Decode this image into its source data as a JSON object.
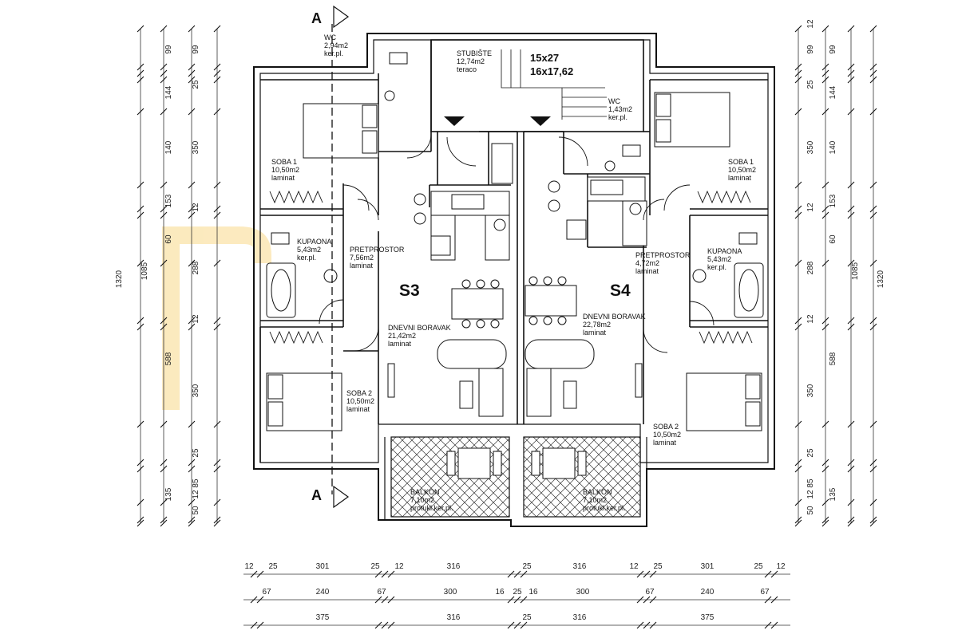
{
  "colors": {
    "line": "#111111",
    "watermark": "#fbe5a6",
    "hatch": "#333333"
  },
  "section_marker": "A",
  "stair": {
    "size_a": "15x27",
    "size_b": "16x17,62"
  },
  "rooms": [
    {
      "id": "wc_left",
      "label": "WC",
      "area": "2,94m2",
      "finish": "ker.pl."
    },
    {
      "id": "stubiste",
      "label": "STUBIŠTE",
      "area": "12,74m2",
      "finish": "teraco"
    },
    {
      "id": "wc_right",
      "label": "WC",
      "area": "1,43m2",
      "finish": "ker.pl."
    },
    {
      "id": "soba1_left",
      "label": "SOBA 1",
      "area": "10,50m2",
      "finish": "laminat"
    },
    {
      "id": "soba1_right",
      "label": "SOBA 1",
      "area": "10,50m2",
      "finish": "laminat"
    },
    {
      "id": "kupaona_left",
      "label": "KUPAONA",
      "area": "5,43m2",
      "finish": "ker.pl."
    },
    {
      "id": "kupaona_right",
      "label": "KUPAONA",
      "area": "5,43m2",
      "finish": "ker.pl."
    },
    {
      "id": "pretprostor_left",
      "label": "PRETPROSTOR",
      "area": "7,56m2",
      "finish": "laminat"
    },
    {
      "id": "pretprostor_right",
      "label": "PRETPROSTOR",
      "area": "4,72m2",
      "finish": "laminat"
    },
    {
      "id": "boravak_left",
      "label": "DNEVNI BORAVAK",
      "area": "21,42m2",
      "finish": "laminat"
    },
    {
      "id": "boravak_right",
      "label": "DNEVNI BORAVAK",
      "area": "22,78m2",
      "finish": "laminat"
    },
    {
      "id": "soba2_left",
      "label": "SOBA 2",
      "area": "10,50m2",
      "finish": "laminat"
    },
    {
      "id": "soba2_right",
      "label": "SOBA 2",
      "area": "10,50m2",
      "finish": "laminat"
    },
    {
      "id": "balkon_left",
      "label": "BALKON",
      "area": "7,10m2",
      "finish": "protukl.ker.pl."
    },
    {
      "id": "balkon_right",
      "label": "BALKON",
      "area": "7,10m2",
      "finish": "protukl.ker.pl."
    }
  ],
  "units": {
    "left": "S3",
    "right": "S4"
  },
  "dims": {
    "left_outer": [
      "99",
      "144",
      "140",
      "153",
      "60",
      "588",
      "135"
    ],
    "left_outer2": [
      "99",
      "25",
      "350",
      "12",
      "288",
      "12",
      "350",
      "25",
      "85",
      "12",
      "50"
    ],
    "left_total_a": "1085",
    "left_total_b": "1320",
    "right_outer": [
      "99",
      "144",
      "140",
      "153",
      "60",
      "588",
      "135"
    ],
    "right_outer2": [
      "12",
      "99",
      "25",
      "350",
      "12",
      "288",
      "12",
      "350",
      "25",
      "85",
      "12",
      "50"
    ],
    "right_total_a": "1085",
    "right_total_b": "1320",
    "bottom_row1": [
      "12",
      "25",
      "301",
      "25",
      "12",
      "316",
      "25",
      "316",
      "12",
      "25",
      "301",
      "25",
      "12"
    ],
    "bottom_row2": [
      "67",
      "240",
      "67",
      "300",
      "16",
      "25",
      "16",
      "300",
      "67",
      "240",
      "67"
    ],
    "bottom_row3": [
      "375",
      "316",
      "25",
      "316",
      "375"
    ]
  }
}
